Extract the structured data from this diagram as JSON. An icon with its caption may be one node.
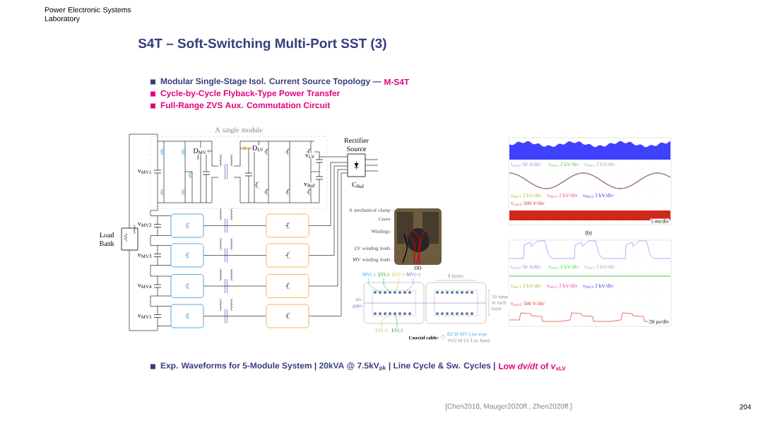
{
  "diagram": {
    "title": "S4T – Soft-Switching Multi-Port SST (3)",
    "nodes": [
      {
        "text": [
          "A single module"
        ]
      },
      {
        "text": [
          "Rectifier Source"
        ]
      },
      {
        "text": [
          "Load Bank"
        ]
      },
      {
        "text": [],
        "shape": "box"
      },
      {
        "text": [],
        "shape": "box"
      },
      {
        "text": [],
        "shape": "box"
      },
      {
        "text": [],
        "shape": "box"
      },
      {
        "text": [],
        "shape": "box"
      },
      {
        "text": [],
        "shape": "box"
      },
      {
        "text": [],
        "shape": "box"
      },
      {
        "text": [],
        "shape": "box"
      },
      {
        "text": [],
        "shape": "picture",
        "beside": [
          "DD"
        ]
      },
      {
        "text": [
          "A mechanical clamp"
        ]
      },
      {
        "text": [
          "Cores"
        ]
      },
      {
        "text": [
          "Windings"
        ]
      },
      {
        "text": [
          "LV winding leads"
        ]
      },
      {
        "text": [
          "MV winding leads"
        ]
      }
    ],
    "edges": [
      {
        "from": 3,
        "to": 7,
        "arrow": "none"
      },
      {
        "from": 4,
        "to": 8,
        "arrow": "none"
      },
      {
        "from": 5,
        "to": 9,
        "arrow": "none"
      },
      {
        "from": 6,
        "to": 10,
        "arrow": "none"
      },
      {
        "from": 7,
        "to": 1,
        "arrow": "none"
      },
      {
        "from": 8,
        "to": 1,
        "arrow": "none"
      },
      {
        "from": 9,
        "to": 1,
        "arrow": "none"
      },
      {
        "from": 10,
        "to": 1,
        "arrow": "none"
      },
      {
        "from": 12,
        "to": 11,
        "arrow": "none",
        "color": "#808080"
      },
      {
        "from": 13,
        "to": 11,
        "arrow": "none",
        "color": "#808080"
      },
      {
        "from": 14,
        "to": 11,
        "arrow": "none",
        "color": "#808080"
      },
      {
        "from": 15,
        "to": 11,
        "arrow": "none",
        "color": "#808080"
      },
      {
        "from": 16,
        "to": 11,
        "arrow": "none",
        "color": "#808080"
      },
      {
        "from": 0,
        "to": 1,
        "arrow": "none"
      }
    ],
    "labels": [
      "Power Electronic Systems Laboratory",
      "Modular Single-Stage Isol. Current Source Topology —",
      "M-S4T",
      "Cycle-by-Cycle Flyback-Type Power Transfer",
      "Full-Range ZVS Aux. Commutation Circuit",
      "D$_{MV}$",
      "D$_{LV}$",
      "v$_{LV}$",
      "v$_{Buf}$",
      "C$_{Buf}$",
      "v$_{MV1}$",
      "v$_{MV2}$",
      "v$_{MV3}$",
      "v$_{MV4}$",
      "v$_{MV5}$",
      "MV(-)",
      "LV(-)",
      "LV(+)",
      "MV(+)",
      "8 layers",
      "Air gaps",
      "10 turns in each layer",
      "LV(+)",
      "LV(-)",
      "Coaxial cable:",
      "82/38 MV Litz wire",
      "16/5/10 LV Litz band",
      "i$_{xLV2}$ 50 A/div",
      "v$_{MV4}$ 2 kV/div",
      "v$_{MV5}$ 2 kV/div",
      "v$_{MV1}$ 2 kV/div",
      "v$_{MV2}$ 2 kV/div",
      "v$_{MV3}$ 2 kV/div",
      "v$_{xLV2}$ 500 V/div",
      "5 ms/div",
      "(b)",
      "i$_{xLV2}$ 50 A/div",
      "v$_{MV4}$ 2 kV/div",
      "v$_{MV5}$ 2 kV/div",
      "v$_{MV1}$ 2 kV/div",
      "v$_{MV2}$ 2 kV/div",
      "v$_{MV3}$ 2 kV/div",
      "v$_{xLV2}$ 500 V/div",
      "20 µs/div",
      "Exp. Waveforms for 5-Module System | 20kVA @ 7.5kV$_{pk}$ | Line Cycle & Sw. Cycles |",
      "Low *dv/dt* of *v*$_{xLV}$",
      "[Chen2018, Mauger2020ff., Zhen2020ff.]",
      "204"
    ]
  }
}
